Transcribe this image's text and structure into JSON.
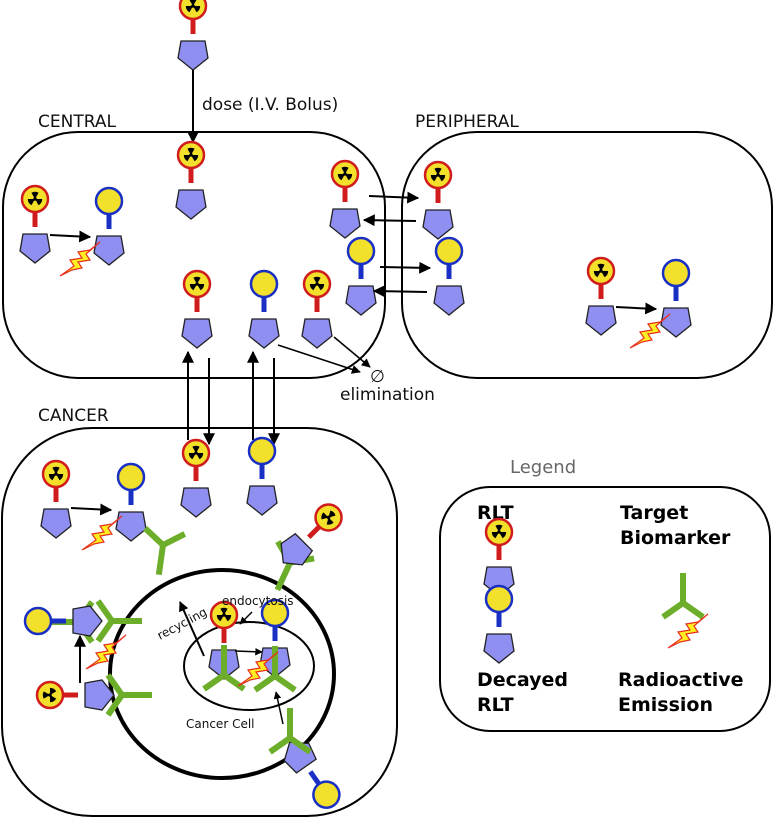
{
  "colors": {
    "ligand": "#8f8ff2",
    "ligand_stroke": "#222222",
    "isotope_fill": "#f2e02a",
    "active_ring": "#d01c1c",
    "decayed_ring": "#1a2fc4",
    "biomarker": "#6cae2a",
    "emission_fill": "#ffee22",
    "emission_stroke": "#e8301c"
  },
  "labels": {
    "dose": "dose (I.V. Bolus)",
    "central": "CENTRAL",
    "peripheral": "PERIPHERAL",
    "cancer": "CANCER",
    "elimination": "elimination",
    "elimination_symbol": "∅",
    "recycling": "recycling",
    "endocytosis": "endocytosis",
    "cancer_cell": "Cancer Cell"
  },
  "legend": {
    "title": "Legend",
    "rlt": "RLT",
    "decayed_line1": "Decayed",
    "decayed_line2": "RLT",
    "target_line1": "Target",
    "target_line2": "Biomarker",
    "emission_line1": "Radioactive",
    "emission_line2": "Emission"
  },
  "icons": {
    "active_rlt": "radioactive-rlt-icon",
    "decayed_rlt": "decayed-rlt-icon",
    "biomarker": "target-biomarker-icon",
    "emission": "radioactive-emission-icon"
  }
}
